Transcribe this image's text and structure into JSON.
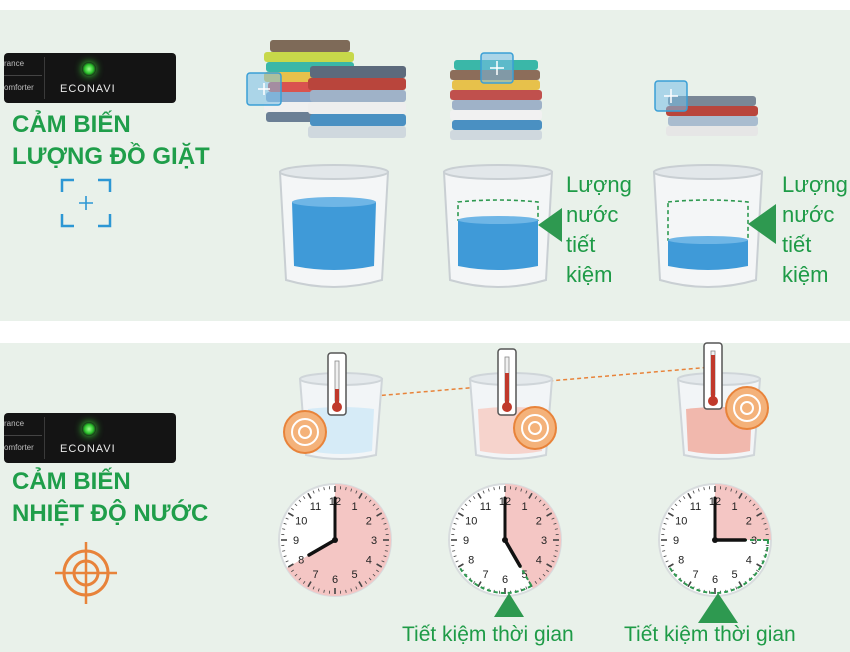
{
  "top_panel": {
    "badge": {
      "option_1": "rance",
      "option_2": "omforter",
      "brand": "ECONAVI"
    },
    "title_line1": "CẢM BIẾN",
    "title_line2": "LƯỢNG ĐỒ GIẶT",
    "sensor_icon": "focus-frame-icon",
    "callout_1": [
      "Lượng",
      "nước",
      "tiết",
      "kiệm"
    ],
    "callout_2": [
      "Lượng",
      "nước",
      "tiết",
      "kiệm"
    ]
  },
  "bottom_panel": {
    "badge": {
      "option_1": "rance",
      "option_2": "omforter",
      "brand": "ECONAVI"
    },
    "title_line1": "CẢM BIẾN",
    "title_line2": "NHIỆT ĐỘ NƯỚC",
    "sensor_icon": "target-icon",
    "clock_numbers": [
      "12",
      "1",
      "2",
      "3",
      "4",
      "5",
      "6",
      "7",
      "8",
      "9",
      "10",
      "11"
    ],
    "savings_label_1": "Tiết kiệm thời gian",
    "savings_label_2": "Tiết kiệm thời gian"
  },
  "colors": {
    "accent_green": "#1f9e4a",
    "water_blue": "#3f9ad8",
    "heat_orange": "#e8833a",
    "panel_bg": "#e9f1ea"
  }
}
